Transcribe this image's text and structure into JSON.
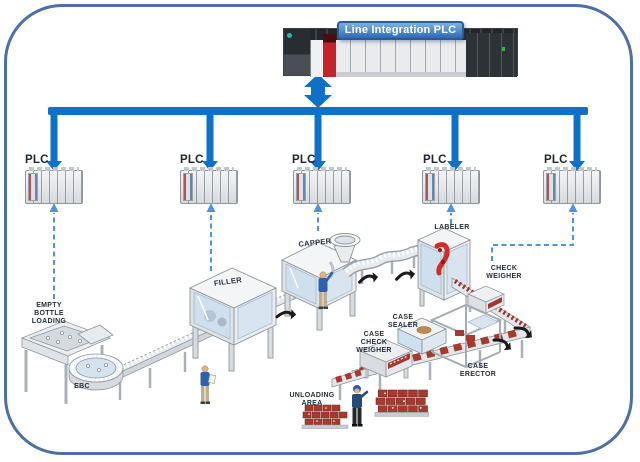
{
  "header": {
    "badge_label": "Line Integration PLC"
  },
  "colors": {
    "bus_blue": "#0e70c7",
    "dashed_blue": "#4f94d8",
    "frame_border": "#4c70a4",
    "case_red": "#a43a30",
    "label_text": "#262e38"
  },
  "plcs": [
    {
      "label": "PLC"
    },
    {
      "label": "PLC"
    },
    {
      "label": "PLC"
    },
    {
      "label": "PLC"
    },
    {
      "label": "PLC"
    }
  ],
  "stations": {
    "empty_bottle_loading": {
      "label": "EMPTY\nBOTTLE\nLOADING"
    },
    "ebc": {
      "label": "EBC"
    },
    "filler": {
      "label": "FILLER"
    },
    "capper": {
      "label": "CAPPER"
    },
    "labeler": {
      "label": "LABELER"
    },
    "check_weigher": {
      "label": "CHECK\nWEIGHER"
    },
    "case_sealer": {
      "label": "CASE\nSEALER"
    },
    "case_check_weigher": {
      "label": "CASE\nCHECK\nWEIGHER"
    },
    "case_erector": {
      "label": "CASE\nERECTOR"
    },
    "unloading_area": {
      "label": "UNLOADING\nAREA"
    }
  }
}
